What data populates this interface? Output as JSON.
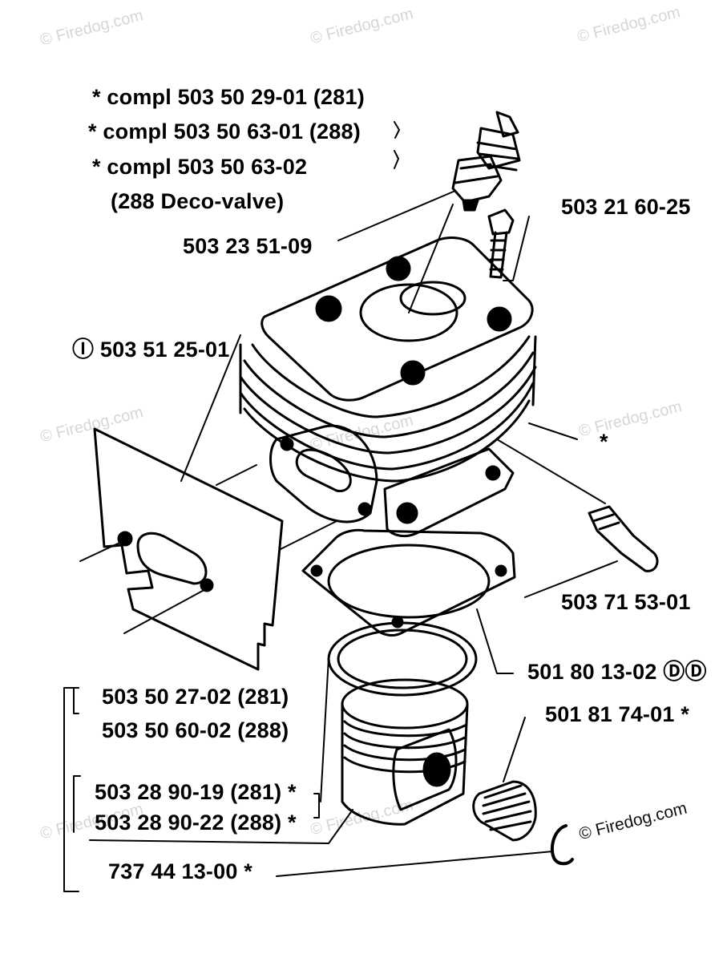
{
  "watermark": {
    "text": "© Firedog.com",
    "color": "#d6d6d6"
  },
  "labels": {
    "head_1": "*  compl 503 50 29-01 (281)",
    "head_2": "*  compl 503 50 63-01 (288)",
    "head_3": "*  compl 503 50 63-02",
    "head_3b": "(288 Deco-valve)",
    "spark_plug": "503 23 51-09",
    "bolt": "503 21 60-25",
    "gasket_plate": "Ⓘ 503 51 25-01",
    "star_cyl": "*",
    "valve": "503 71 53-01",
    "base_gasket": "501 80 13-02 ⒹⒹ",
    "piston_1": "503 50 27-02 (281)",
    "piston_2": "503 50 60-02 (288)",
    "bearing": "501 81 74-01  *",
    "ring_1": "503 28 90-19 (281)  *",
    "ring_2": "503 28 90-22 (288)  *",
    "circlip": "737 44 13-00  *"
  }
}
